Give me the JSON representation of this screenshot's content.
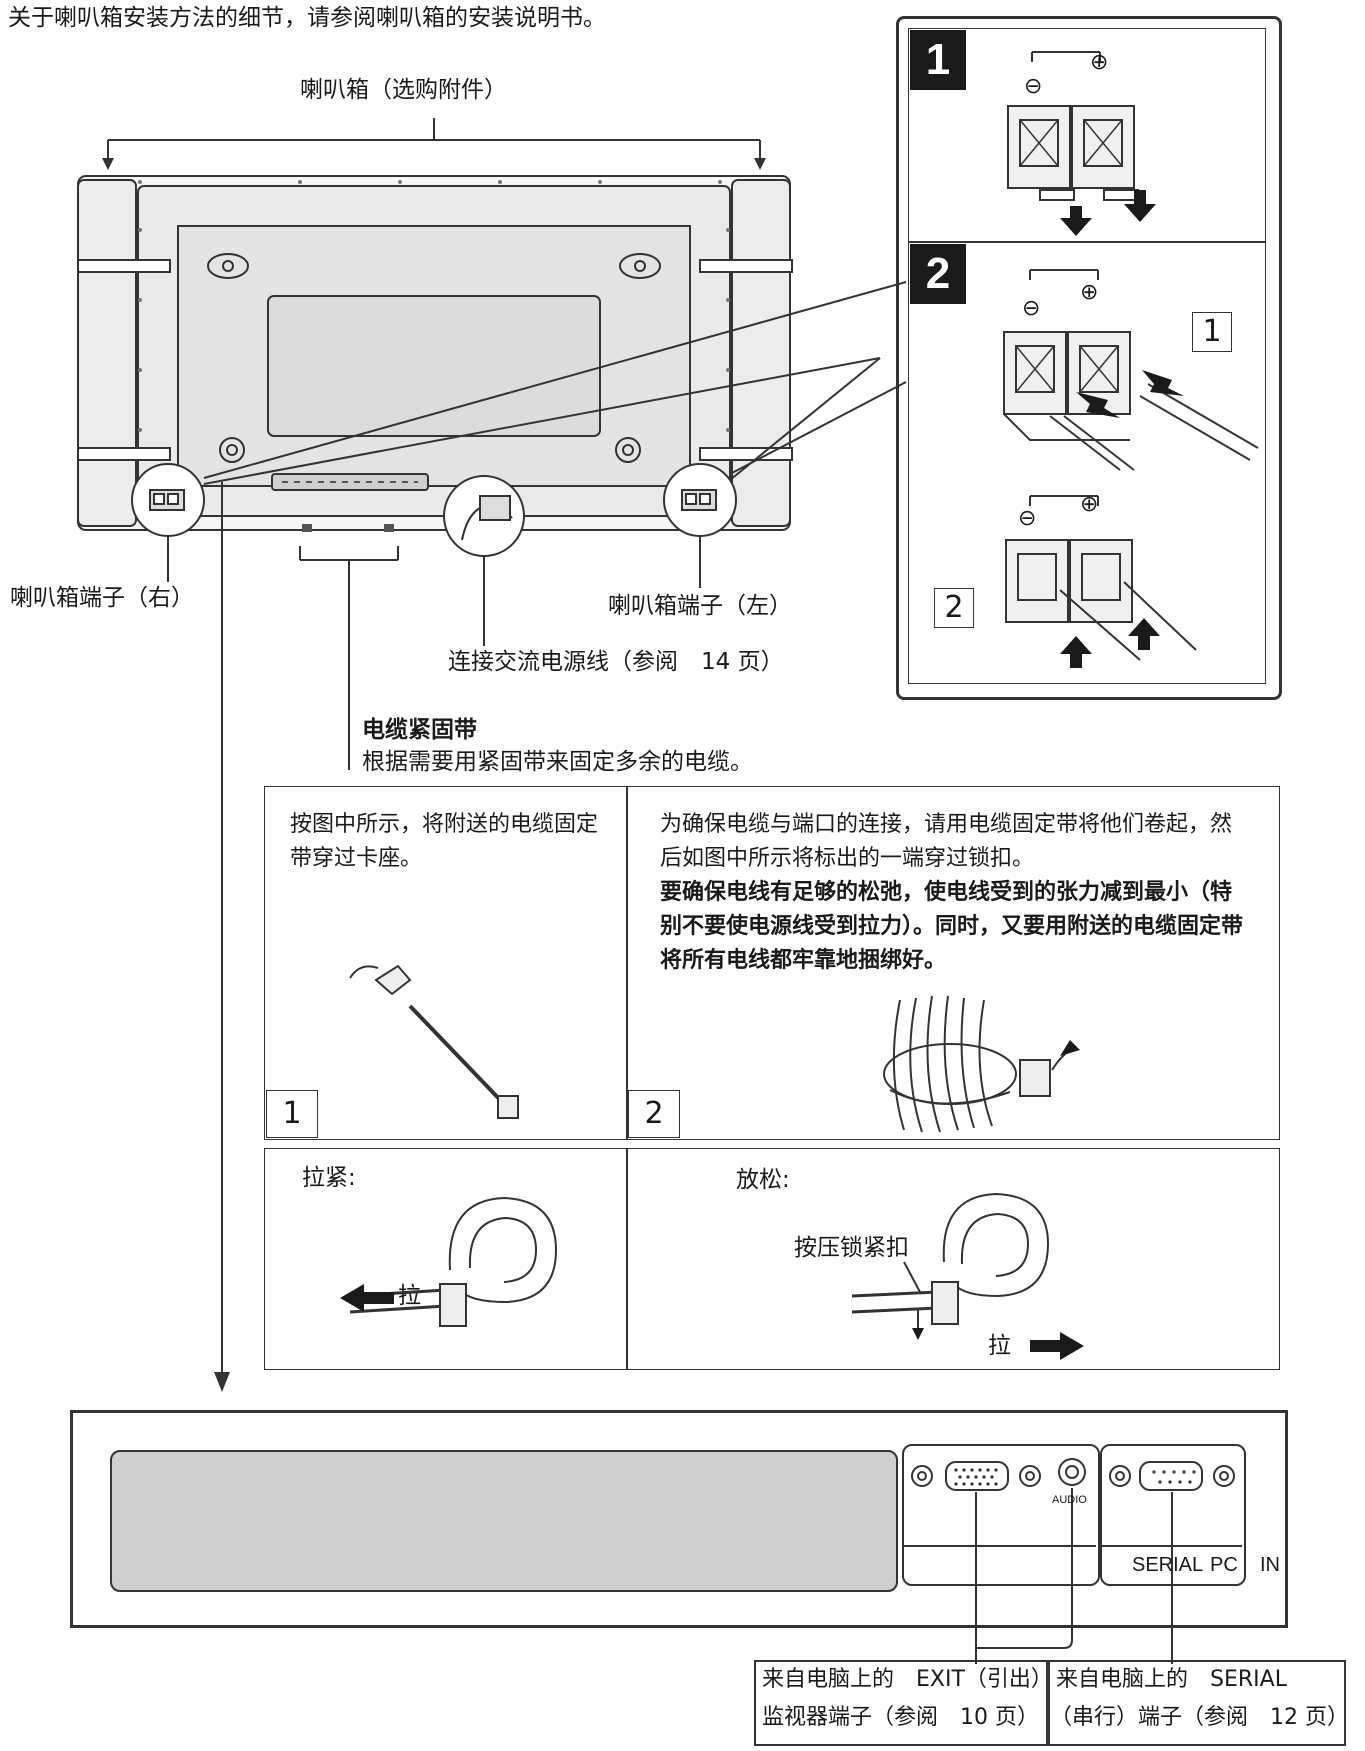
{
  "intro": "关于喇叭箱安装方法的细节，请参阅喇叭箱的安装说明书。",
  "labels": {
    "speaker_option": "喇叭箱（选购附件）",
    "speaker_terminal_right": "喇叭箱端子（右）",
    "speaker_terminal_left": "喇叭箱端子（左）",
    "ac_cord": "连接交流电源线（参阅　14 页）"
  },
  "inset": {
    "step1": "1",
    "step2": "2",
    "sub1": "1",
    "sub2": "2",
    "minus": "⊖",
    "plus": "⊕"
  },
  "cable_tie": {
    "heading": "电缆紧固带",
    "desc": "根据需要用紧固带来固定多余的电缆。",
    "cell1_text": "按图中所示，将附送的电缆固定带穿过卡座。",
    "cell1_num": "1",
    "cell2_text": "为确保电缆与端口的连接，请用电缆固定带将他们卷起，然后如图中所示将标出的一端穿过锁扣。",
    "cell2_bold": "要确保电线有足够的松弛，使电线受到的张力减到最小（特别不要使电源线受到拉力）。同时，又要用附送的电缆固定带将所有电线都牢靠地捆绑好。",
    "cell2_num": "2",
    "tighten": "拉紧:",
    "loosen": "放松:",
    "pull": "拉",
    "press_lock": "按压锁紧扣"
  },
  "panel": {
    "audio": "AUDIO",
    "serial": "SERIAL",
    "pc": "PC",
    "in": "IN"
  },
  "callouts": {
    "pc_line1": "来自电脑上的　EXIT（引出）",
    "pc_line2": "监视器端子（参阅　10 页）",
    "serial_line1": "来自电脑上的　SERIAL",
    "serial_line2": "（串行）端子（参阅　12 页）"
  }
}
